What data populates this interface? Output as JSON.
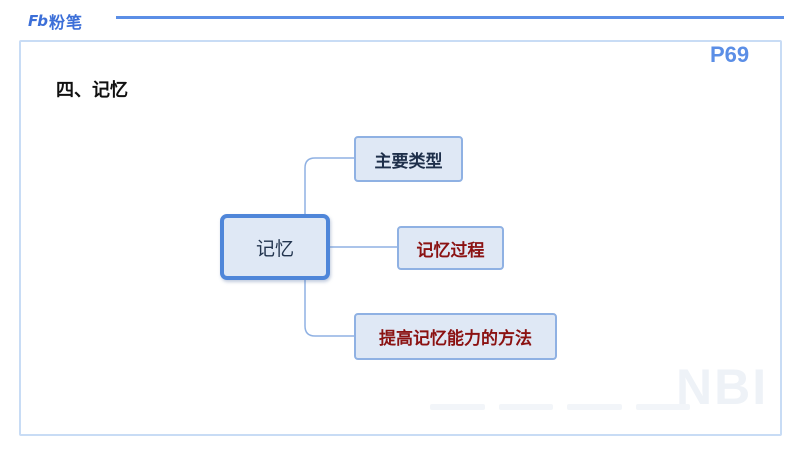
{
  "header": {
    "logo_mark": "Fb",
    "logo_text": "粉笔",
    "page_number": "P69"
  },
  "section_title": "四、记忆",
  "mindmap": {
    "center": "记忆",
    "branches": [
      {
        "label": "主要类型",
        "color": "#1e2f4a"
      },
      {
        "label": "记忆过程",
        "color": "#8b1212"
      },
      {
        "label": "提高记忆能力的方法",
        "color": "#8b1212"
      }
    ]
  },
  "colors": {
    "accent": "#5b8ee6",
    "node_fill": "#dfe8f5",
    "node_border": "#8fb1e3",
    "center_border": "#4f86d9",
    "connector": "#8fb1e3"
  }
}
